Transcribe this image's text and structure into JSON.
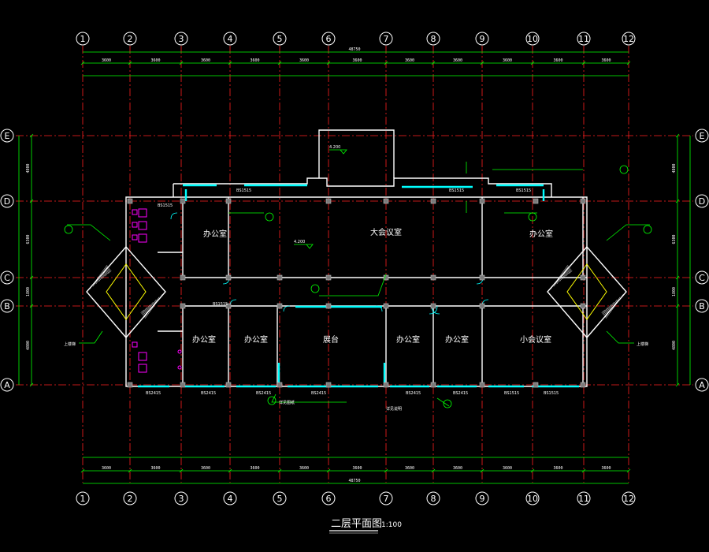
{
  "drawing": {
    "title": "二层平面图",
    "scale": "1:100",
    "axes_numbered": [
      "1",
      "2",
      "3",
      "4",
      "5",
      "6",
      "7",
      "8",
      "9",
      "10",
      "11",
      "12"
    ],
    "axes_lettered": [
      "A",
      "B",
      "C",
      "D",
      "E"
    ],
    "total_dimension": "48750",
    "top_spans": [
      "3600",
      "3600",
      "3600",
      "3600",
      "3600",
      "3600",
      "3600",
      "3600",
      "3600",
      "3600",
      "3600"
    ],
    "side_spans": [
      "4800",
      "6300",
      "1800",
      "4800"
    ],
    "rooms": [
      {
        "name": "办公室"
      },
      {
        "name": "大会议室"
      },
      {
        "name": "办公室"
      },
      {
        "name": "办公室"
      },
      {
        "name": "办公室"
      },
      {
        "name": "展台"
      },
      {
        "name": "办公室"
      },
      {
        "name": "办公室"
      },
      {
        "name": "小会议室"
      }
    ],
    "level_marks": [
      "4.200",
      "4.200"
    ],
    "window_tags": [
      "BS1515",
      "BS1515",
      "BS1515",
      "BS1515",
      "BS2415",
      "BS2415",
      "BS2415",
      "BS2415",
      "BS2415",
      "BS2415",
      "BS1515",
      "BS1515",
      "BS1515"
    ],
    "notes": {
      "bottom_left": "详见图纸",
      "bottom_right": "详见说明",
      "left_stair": "上楼梯",
      "right_stair": "上楼梯"
    },
    "colors": {
      "background": "#000000",
      "grid": "#ff2020",
      "dimension": "#00ff00",
      "wall": "#ffffff",
      "window": "#00ffff",
      "fixture": "#ff00ff",
      "stair_core": "#ffff00"
    }
  }
}
